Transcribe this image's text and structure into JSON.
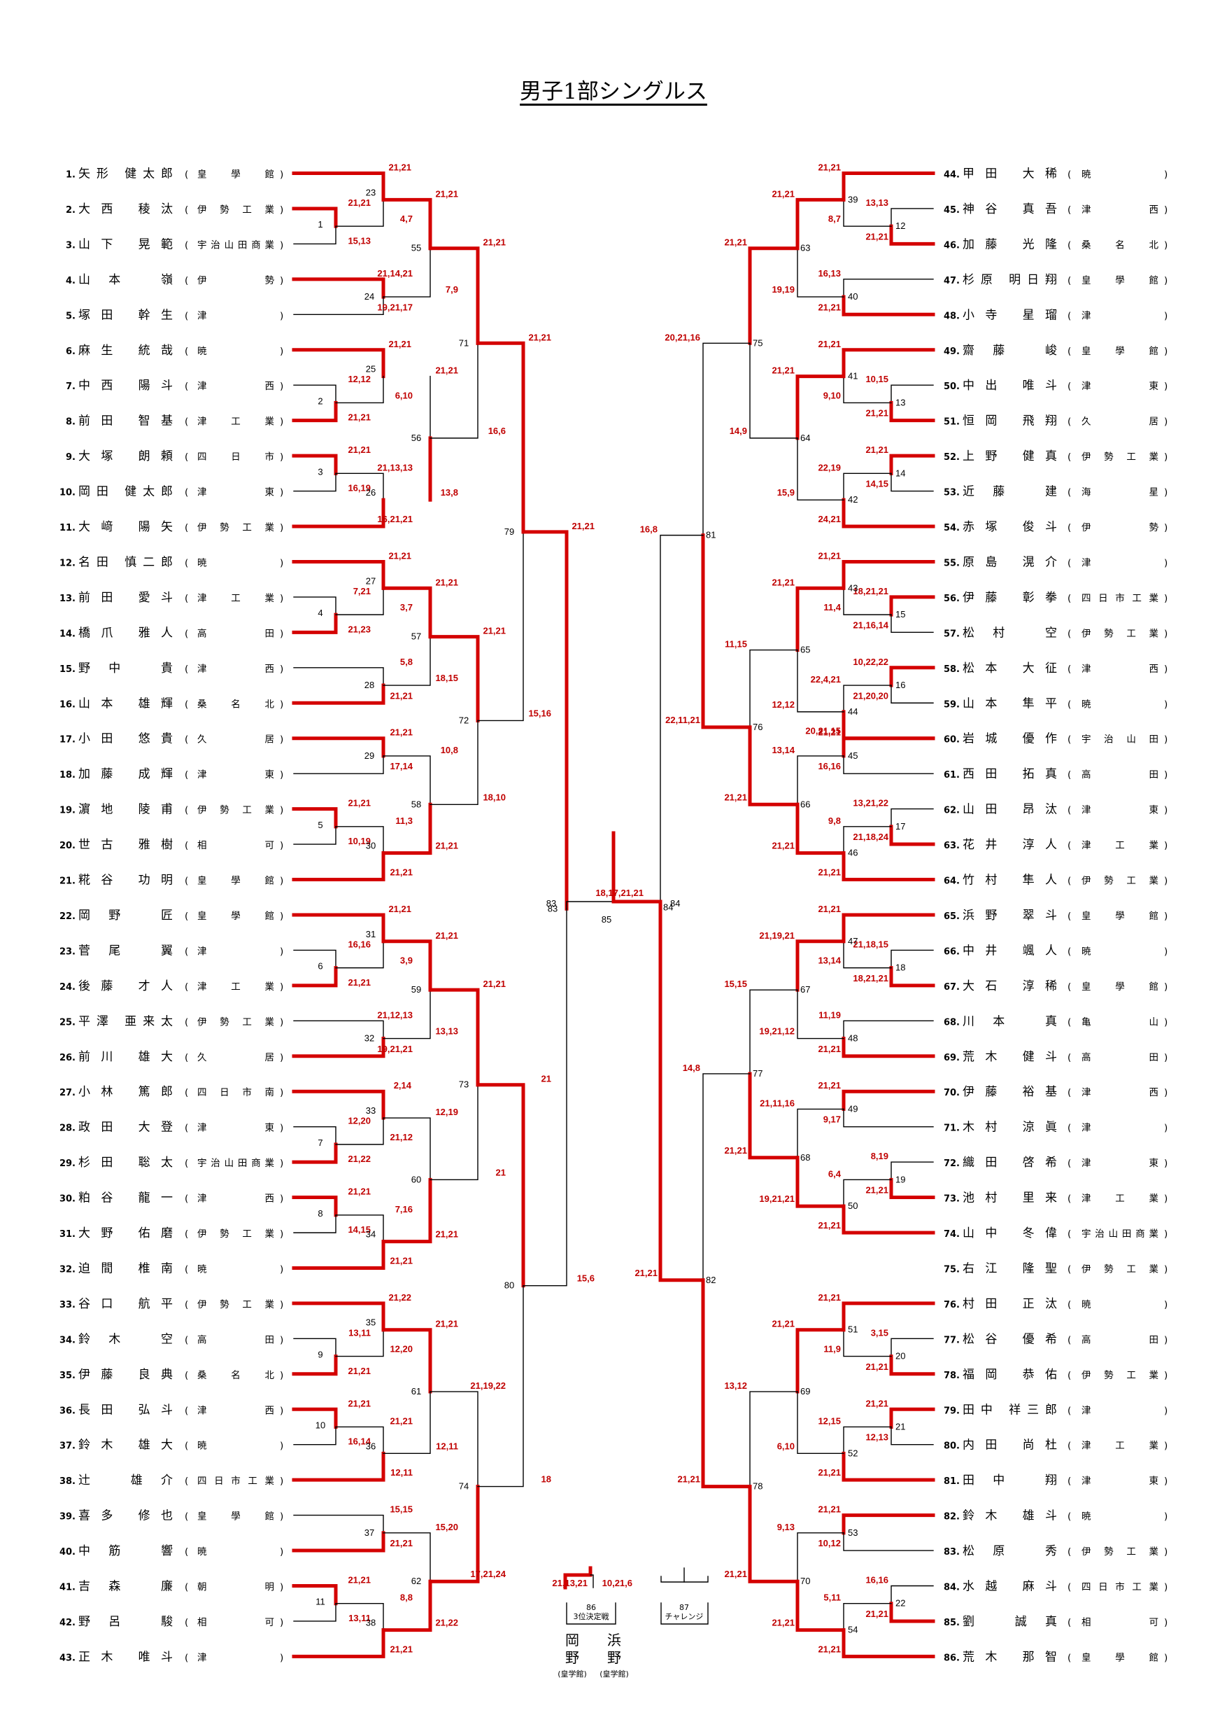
{
  "title": "男子1部シングルス",
  "left_players": [
    {
      "no": "1.",
      "name": "矢形 健太郎",
      "school": "皇 學 館"
    },
    {
      "no": "2.",
      "name": "大西 稜汰",
      "school": "伊勢工業"
    },
    {
      "no": "3.",
      "name": "山下 晃範",
      "school": "宇治山田商業"
    },
    {
      "no": "4.",
      "name": "山本 嶺",
      "school": "伊 勢"
    },
    {
      "no": "5.",
      "name": "塚田 幹生",
      "school": "津"
    },
    {
      "no": "6.",
      "name": "麻生 統哉",
      "school": "暁"
    },
    {
      "no": "7.",
      "name": "中西 陽斗",
      "school": "津 西"
    },
    {
      "no": "8.",
      "name": "前田 智基",
      "school": "津工業"
    },
    {
      "no": "9.",
      "name": "大塚 朗頼",
      "school": "四日市"
    },
    {
      "no": "10.",
      "name": "岡田 健太郎",
      "school": "津 東"
    },
    {
      "no": "11.",
      "name": "大﨑 陽矢",
      "school": "伊勢工業"
    },
    {
      "no": "12.",
      "name": "名田 慎二郎",
      "school": "暁"
    },
    {
      "no": "13.",
      "name": "前田 愛斗",
      "school": "津工業"
    },
    {
      "no": "14.",
      "name": "橋爪 雅人",
      "school": "高 田"
    },
    {
      "no": "15.",
      "name": "野中 貴",
      "school": "津 西"
    },
    {
      "no": "16.",
      "name": "山本 雄輝",
      "school": "桑名北"
    },
    {
      "no": "17.",
      "name": "小田 悠貴",
      "school": "久 居"
    },
    {
      "no": "18.",
      "name": "加藤 成輝",
      "school": "津 東"
    },
    {
      "no": "19.",
      "name": "濵地 陵甫",
      "school": "伊勢工業"
    },
    {
      "no": "20.",
      "name": "世古 雅樹",
      "school": "相 可"
    },
    {
      "no": "21.",
      "name": "糀谷 功明",
      "school": "皇 學 館"
    },
    {
      "no": "22.",
      "name": "岡野 匠",
      "school": "皇 學 館"
    },
    {
      "no": "23.",
      "name": "菅尾 翼",
      "school": "津"
    },
    {
      "no": "24.",
      "name": "後藤 才人",
      "school": "津工業"
    },
    {
      "no": "25.",
      "name": "平澤 亜来太",
      "school": "伊勢工業"
    },
    {
      "no": "26.",
      "name": "前川 雄大",
      "school": "久 居"
    },
    {
      "no": "27.",
      "name": "小林 篤郎",
      "school": "四日市南"
    },
    {
      "no": "28.",
      "name": "政田 大登",
      "school": "津 東"
    },
    {
      "no": "29.",
      "name": "杉田 聡太",
      "school": "宇治山田商業"
    },
    {
      "no": "30.",
      "name": "粕谷 龍一",
      "school": "津 西"
    },
    {
      "no": "31.",
      "name": "大野 佑磨",
      "school": "伊勢工業"
    },
    {
      "no": "32.",
      "name": "迫間 椎南",
      "school": "暁"
    },
    {
      "no": "33.",
      "name": "谷口 航平",
      "school": "伊勢工業"
    },
    {
      "no": "34.",
      "name": "鈴木 空",
      "school": "高 田"
    },
    {
      "no": "35.",
      "name": "伊藤 良典",
      "school": "桑名北"
    },
    {
      "no": "36.",
      "name": "長田 弘斗",
      "school": "津 西"
    },
    {
      "no": "37.",
      "name": "鈴木 雄大",
      "school": "暁"
    },
    {
      "no": "38.",
      "name": "辻 雄介",
      "school": "四日市工業"
    },
    {
      "no": "39.",
      "name": "喜多 修也",
      "school": "皇 學 館"
    },
    {
      "no": "40.",
      "name": "中筋 響",
      "school": "暁"
    },
    {
      "no": "41.",
      "name": "吉森 廉",
      "school": "朝 明"
    },
    {
      "no": "42.",
      "name": "野呂 駿",
      "school": "相 可"
    },
    {
      "no": "43.",
      "name": "正木 唯斗",
      "school": "津"
    }
  ],
  "right_players": [
    {
      "no": "44.",
      "name": "甲田 大稀",
      "school": "暁"
    },
    {
      "no": "45.",
      "name": "神谷 真吾",
      "school": "津 西"
    },
    {
      "no": "46.",
      "name": "加藤 光隆",
      "school": "桑名北"
    },
    {
      "no": "47.",
      "name": "杉原 明日翔",
      "school": "皇 學 館"
    },
    {
      "no": "48.",
      "name": "小寺 星瑠",
      "school": "津"
    },
    {
      "no": "49.",
      "name": "齋藤 峻",
      "school": "皇 學 館"
    },
    {
      "no": "50.",
      "name": "中出 唯斗",
      "school": "津 東"
    },
    {
      "no": "51.",
      "name": "恒岡 飛翔",
      "school": "久 居"
    },
    {
      "no": "52.",
      "name": "上野 健真",
      "school": "伊勢工業"
    },
    {
      "no": "53.",
      "name": "近藤 建",
      "school": "海 星"
    },
    {
      "no": "54.",
      "name": "赤塚 俊斗",
      "school": "伊 勢"
    },
    {
      "no": "55.",
      "name": "原島 滉介",
      "school": "津"
    },
    {
      "no": "56.",
      "name": "伊藤 彰拳",
      "school": "四日市工業"
    },
    {
      "no": "57.",
      "name": "松村 空",
      "school": "伊勢工業"
    },
    {
      "no": "58.",
      "name": "松本 大征",
      "school": "津 西"
    },
    {
      "no": "59.",
      "name": "山本 隼平",
      "school": "暁"
    },
    {
      "no": "60.",
      "name": "岩城 優作",
      "school": "宇治山田"
    },
    {
      "no": "61.",
      "name": "西田 拓真",
      "school": "高 田"
    },
    {
      "no": "62.",
      "name": "山田 昂汰",
      "school": "津 東"
    },
    {
      "no": "63.",
      "name": "花井 淳人",
      "school": "津工業"
    },
    {
      "no": "64.",
      "name": "竹村 隼人",
      "school": "伊勢工業"
    },
    {
      "no": "65.",
      "name": "浜野 翠斗",
      "school": "皇 學 館"
    },
    {
      "no": "66.",
      "name": "中井 颯人",
      "school": "暁"
    },
    {
      "no": "67.",
      "name": "大石 淳稀",
      "school": "皇 學 館"
    },
    {
      "no": "68.",
      "name": "川本 真",
      "school": "亀 山"
    },
    {
      "no": "69.",
      "name": "荒木 健斗",
      "school": "高 田"
    },
    {
      "no": "70.",
      "name": "伊藤 裕基",
      "school": "津 西"
    },
    {
      "no": "71.",
      "name": "木村 涼眞",
      "school": "津"
    },
    {
      "no": "72.",
      "name": "織田 啓希",
      "school": "津 東"
    },
    {
      "no": "73.",
      "name": "池村 里来",
      "school": "津工業"
    },
    {
      "no": "74.",
      "name": "山中 冬偉",
      "school": "宇治山田商業"
    },
    {
      "no": "75.",
      "name": "右江 隆聖",
      "school": "伊勢工業"
    },
    {
      "no": "76.",
      "name": "村田 正汰",
      "school": "暁"
    },
    {
      "no": "77.",
      "name": "松谷 優希",
      "school": "高 田"
    },
    {
      "no": "78.",
      "name": "福岡 恭佑",
      "school": "伊勢工業"
    },
    {
      "no": "79.",
      "name": "田中 祥三郎",
      "school": "津"
    },
    {
      "no": "80.",
      "name": "内田 尚杜",
      "school": "津工業"
    },
    {
      "no": "81.",
      "name": "田中 翔",
      "school": "津 東"
    },
    {
      "no": "82.",
      "name": "鈴木 雄斗",
      "school": "暁"
    },
    {
      "no": "83.",
      "name": "松原 秀",
      "school": "伊勢工業"
    },
    {
      "no": "84.",
      "name": "水越 麻斗",
      "school": "四日市工業"
    },
    {
      "no": "85.",
      "name": "劉 誠真",
      "school": "相 可"
    },
    {
      "no": "86.",
      "name": "荒木 那智",
      "school": "皇 學 館"
    }
  ],
  "final": {
    "scores": "18,17,21,21",
    "match_left": "83",
    "match_right": "84",
    "match_final": "85"
  },
  "third_place": {
    "score_left": "21,13,21",
    "score_right": "10,21,6",
    "match": "86",
    "label": "3位決定戦"
  },
  "challenge": {
    "match": "87",
    "label": "チャレンジ"
  },
  "finalists": {
    "left_name": "岡 野",
    "left_school": "(皇学館)",
    "right_name": "浜 野",
    "right_school": "(皇学館)"
  },
  "colors": {
    "win": "#d40000",
    "line": "#000000"
  }
}
